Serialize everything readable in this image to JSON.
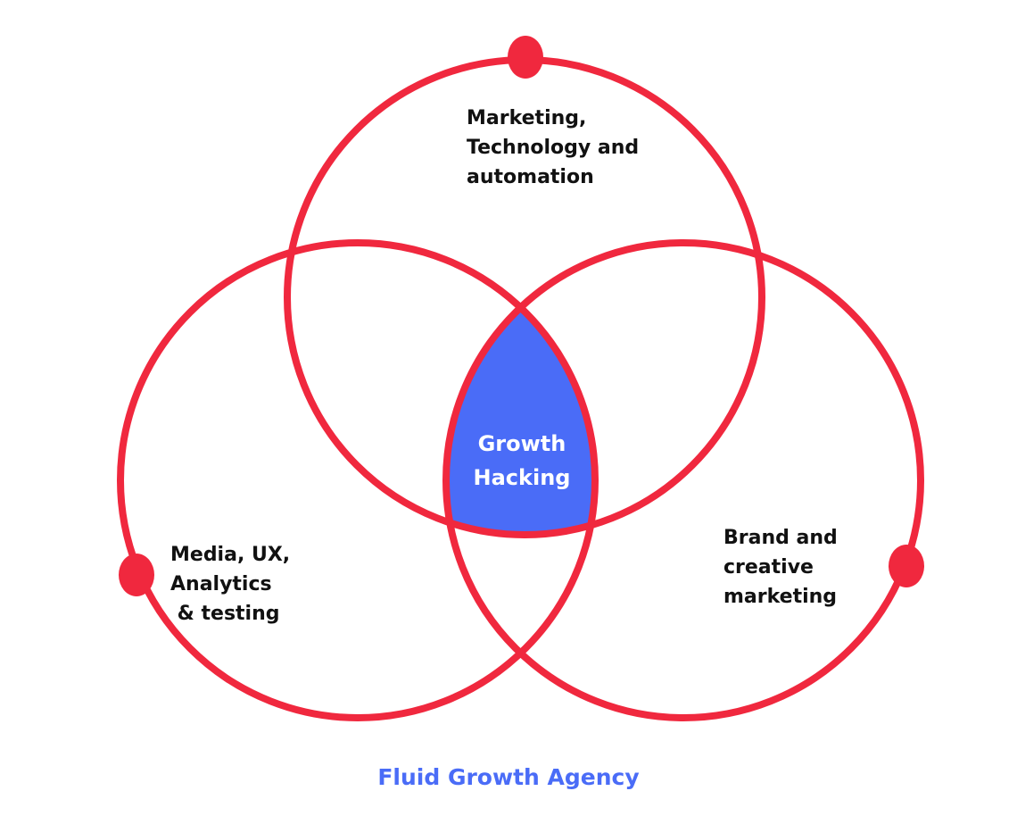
{
  "colors": {
    "ring": "#F0283E",
    "center_fill": "#4A6CF7",
    "footer": "#4A6CF7"
  },
  "circles": {
    "top": {
      "label": "Marketing,\nTechnology and\nautomation"
    },
    "left": {
      "label": "Media, UX,\nAnalytics\n & testing"
    },
    "right": {
      "label": "Brand and\ncreative\nmarketing"
    }
  },
  "center": {
    "label": "Growth\nHacking"
  },
  "footer": {
    "text": "Fluid Growth Agency"
  }
}
